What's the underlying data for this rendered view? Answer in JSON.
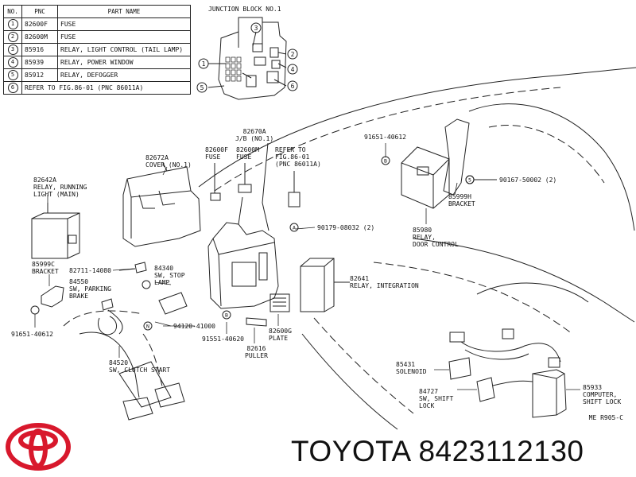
{
  "parts_table": {
    "headers": [
      "NO.",
      "PNC",
      "PART NAME"
    ],
    "rows": [
      {
        "no": "1",
        "pnc": "82600F",
        "name": "FUSE"
      },
      {
        "no": "2",
        "pnc": "82600M",
        "name": "FUSE"
      },
      {
        "no": "3",
        "pnc": "85916",
        "name": "RELAY, LIGHT CONTROL (TAIL LAMP)"
      },
      {
        "no": "4",
        "pnc": "85939",
        "name": "RELAY, POWER WINDOW"
      },
      {
        "no": "5",
        "pnc": "85912",
        "name": "RELAY, DEFOGGER"
      },
      {
        "no": "6",
        "pnc": "",
        "name": "REFER TO FIG.86-01 (PNC 86011A)"
      }
    ]
  },
  "junction_block": {
    "title": "JUNCTION BLOCK NO.1",
    "callouts": [
      "1",
      "2",
      "3",
      "4",
      "5",
      "6"
    ]
  },
  "labels": {
    "j_b": "82670A\nJ/B (NO.1)",
    "fuse_f": "82600F\nFUSE",
    "fuse_m": "82600M\nFUSE",
    "refer": "REFER TO\nFIG.86-01\n(PNC 86011A)",
    "cover": "82672A\nCOVER (NO.1)",
    "relay_running": "82642A\nRELAY, RUNNING\nLIGHT (MAIN)",
    "bracket_left": "85999C\nBRACKET",
    "bolt_left": "91651-40612",
    "part_82711": "82711-14080",
    "sw_parking": "84550\nSW, PARKING\nBRAKE",
    "sw_stop": "84340\nSW, STOP\nLAMP",
    "sw_clutch": "84520\nSW, CLUTCH START",
    "part_94120": "94120-41000",
    "part_91551": "91551-40620",
    "plate": "82600G\nPLATE",
    "puller": "82616\nPULLER",
    "relay_integration": "82641\nRELAY, INTEGRATION",
    "part_90179": "90179-08032 (2)",
    "part_91651_top": "91651-40612",
    "relay_door": "85980\nRELAY,\nDOOR CONTROL",
    "bracket_right": "85999H\nBRACKET",
    "part_90167": "90167-50002 (2)",
    "solenoid": "85431\nSOLENOID",
    "sw_shift": "84727\nSW, SHIFT\nLOCK",
    "computer": "85933\nCOMPUTER,\nSHIFT LOCK",
    "fig_ref": "ME R905-C",
    "callout_b1": "B",
    "callout_b2": "B",
    "callout_n": "N",
    "callout_a": "A",
    "callout_5": "5"
  },
  "brand": {
    "text": "TOYOTA 8423112130"
  },
  "icons": {
    "logo": "toyota-logo-icon"
  },
  "colors": {
    "ink": "#111111",
    "logo_red": "#d8182c"
  }
}
